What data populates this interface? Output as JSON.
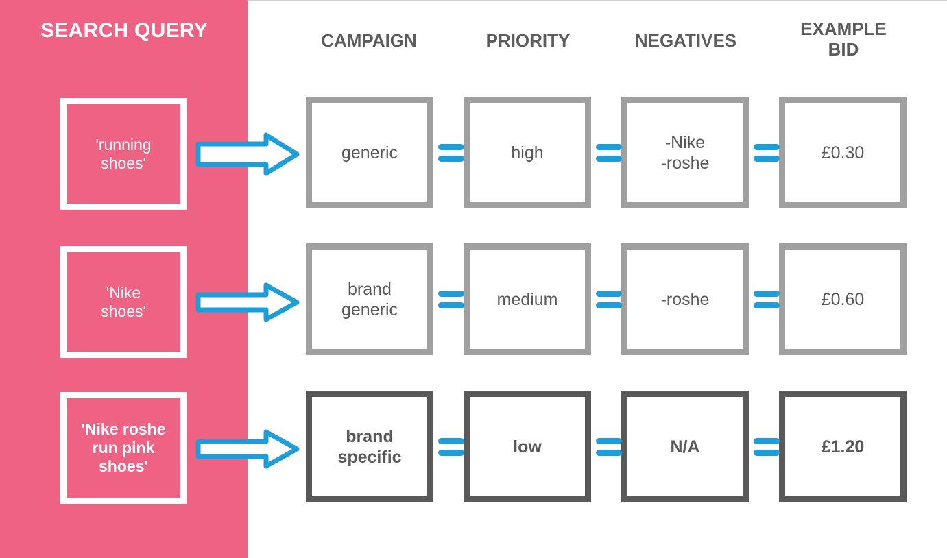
{
  "theme": {
    "pink": "#ee6384",
    "blue": "#1d9dd9",
    "gray_light": "#a0a0a0",
    "gray_dark": "#595959",
    "text_gray": "#5c5c5c",
    "white": "#ffffff"
  },
  "sidebar": {
    "title": "SEARCH\nQUERY"
  },
  "headers": {
    "campaign": "CAMPAIGN",
    "priority": "PRIORITY",
    "negatives": "NEGATIVES",
    "bid": "EXAMPLE\nBID"
  },
  "rows": [
    {
      "query": "'running\nshoes'",
      "campaign": "generic",
      "priority": "high",
      "negatives": "-Nike\n-roshe",
      "bid": "£0.30",
      "emphasis": "normal"
    },
    {
      "query": "'Nike\nshoes'",
      "campaign": "brand\ngeneric",
      "priority": "medium",
      "negatives": "-roshe",
      "bid": "£0.60",
      "emphasis": "normal"
    },
    {
      "query": "'Nike roshe\nrun pink\nshoes'",
      "campaign": "brand\nspecific",
      "priority": "low",
      "negatives": "N/A",
      "bid": "£1.20",
      "emphasis": "bold"
    }
  ],
  "connectors": {
    "arrow_label": "maps-to-arrow",
    "equals_label": "equals-sign"
  }
}
